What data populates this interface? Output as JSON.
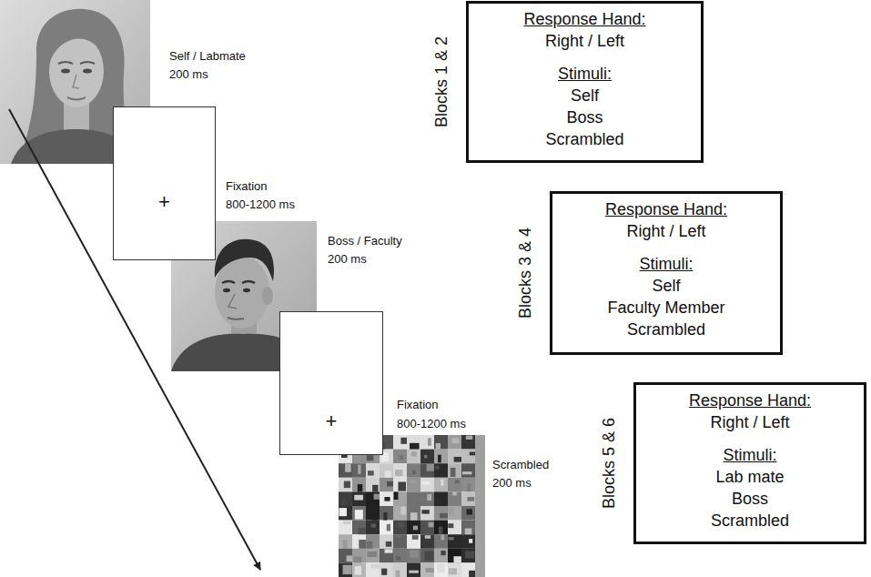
{
  "diagram": {
    "nodes": [
      {
        "text": [
          "+"
        ]
      },
      {
        "text": [
          "+"
        ]
      },
      {
        "text": [
          "Blocks 1 & 2",
          "Response Hand:",
          "Right / Left",
          "Stimuli:",
          "Self",
          "Boss",
          "Scrambled"
        ]
      },
      {
        "text": [
          "Blocks 3 & 4",
          "Response Hand:",
          "Right / Left",
          "Stimuli:",
          "Self",
          "Faculty Member",
          "Scrambled"
        ]
      },
      {
        "text": [
          "Blocks 5 & 6",
          "Response Hand:",
          "Right / Left",
          "Stimuli:",
          "Lab mate",
          "Boss",
          "Scrambled"
        ]
      }
    ],
    "labels": [
      "Self / Labmate",
      "200 ms",
      "Fixation",
      "800-1200 ms",
      "Boss / Faculty",
      "200 ms",
      "Fixation",
      "800-1200 ms",
      "Scrambled",
      "200 ms"
    ]
  }
}
